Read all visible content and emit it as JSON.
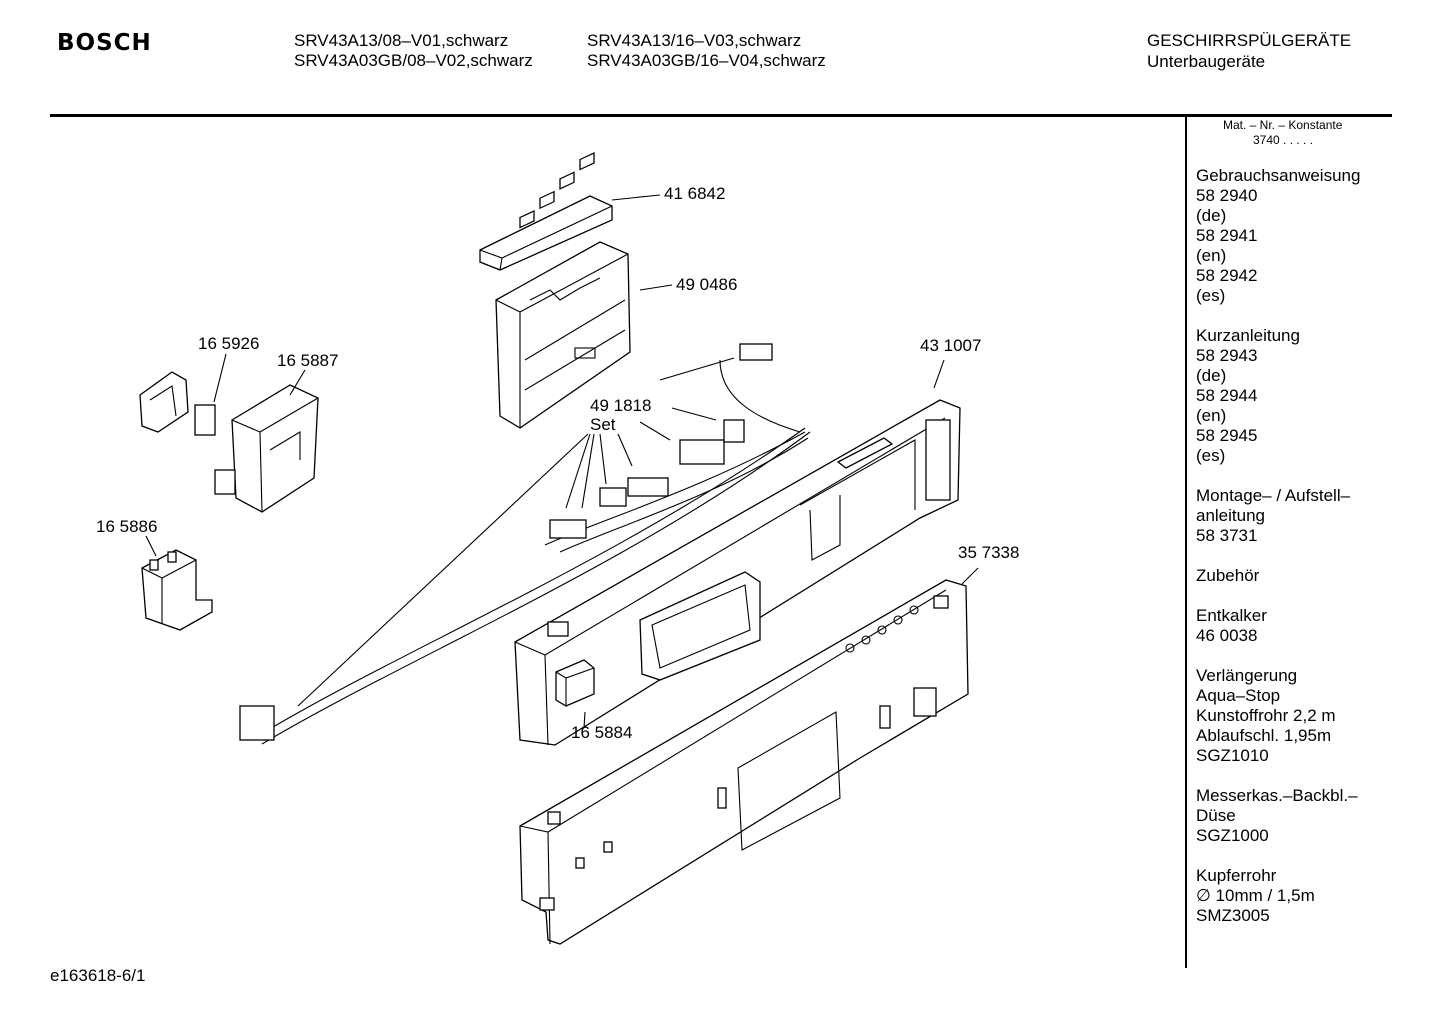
{
  "header": {
    "brand": "BOSCH",
    "models": [
      "SRV43A13/08–V01,schwarz",
      "SRV43A03GB/08–V02,schwarz",
      "SRV43A13/16–V03,schwarz",
      "SRV43A03GB/16–V04,schwarz"
    ],
    "category": "GESCHIRRSPÜLGERÄTE",
    "subcategory": "Unterbaugeräte"
  },
  "sidebar": {
    "constant_label": "Mat. – Nr. – Konstante",
    "constant_value": "3740  .   .   .   .   .",
    "groups": [
      {
        "lines": [
          "Gebrauchsanweisung",
          "58 2940",
          "(de)",
          "58 2941",
          "(en)",
          "58 2942",
          "(es)"
        ]
      },
      {
        "lines": [
          "Kurzanleitung",
          "58 2943",
          "(de)",
          "58 2944",
          "(en)",
          "58 2945",
          "(es)"
        ]
      },
      {
        "lines": [
          "Montage– / Aufstell–",
          "anleitung",
          "58 3731"
        ]
      },
      {
        "lines": [
          "Zubehör"
        ]
      },
      {
        "lines": [
          "Entkalker",
          "46 0038"
        ]
      },
      {
        "lines": [
          "Verlängerung",
          "Aqua–Stop",
          "Kunstoffrohr 2,2 m",
          "Ablaufschl. 1,95m",
          "SGZ1010"
        ]
      },
      {
        "lines": [
          "Messerkas.–Backbl.–",
          "Düse",
          "SGZ1000"
        ]
      },
      {
        "lines": [
          "Kupferrohr",
          "∅ 10mm / 1,5m",
          "SMZ3005"
        ]
      }
    ]
  },
  "parts": {
    "p416842": "41 6842",
    "p490486": "49 0486",
    "p431007": "43 1007",
    "p491818": "49 1818",
    "set": "Set",
    "p165926": "16 5926",
    "p165887": "16 5887",
    "p165886": "16 5886",
    "p357338": "35 7338",
    "p165884": "16 5884"
  },
  "footer": {
    "code": "e163618-6/1"
  }
}
